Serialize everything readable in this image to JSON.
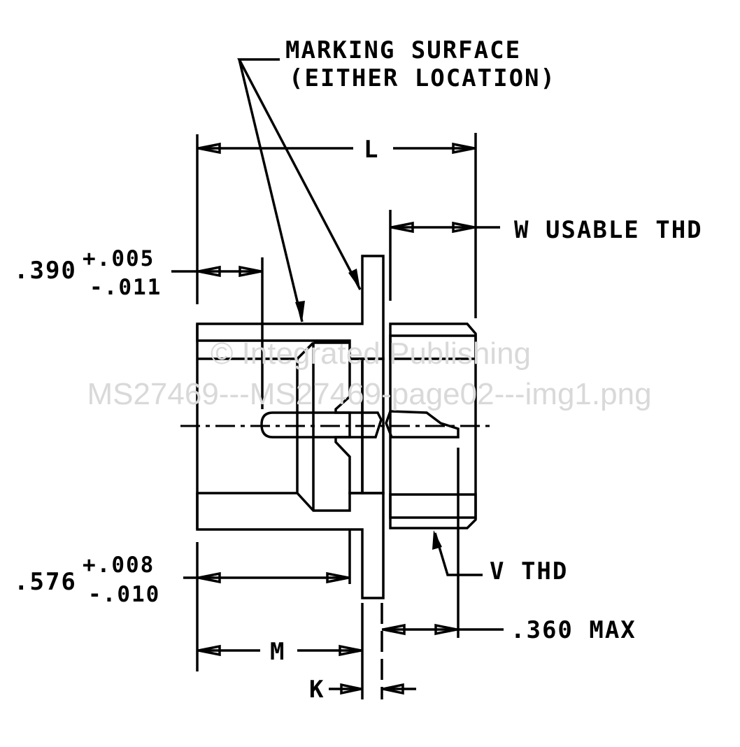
{
  "drawing": {
    "marking_label_line1": "MARKING SURFACE",
    "marking_label_line2": "(EITHER LOCATION)",
    "dim_L": "L",
    "dim_W": "W USABLE THD",
    "dim_390_value": ".390",
    "dim_390_plus": "+.005",
    "dim_390_minus": "-.011",
    "dim_576_value": ".576",
    "dim_576_plus": "+.008",
    "dim_576_minus": "-.010",
    "dim_V": "V THD",
    "dim_360": ".360 MAX",
    "dim_M": "M",
    "dim_K": "K"
  },
  "watermark": {
    "line1": "© Integrated Publishing",
    "line2": "MS27469---MS27469-page02---img1.png"
  },
  "colors": {
    "line": "#000000",
    "watermark": "#d9d9d9"
  }
}
